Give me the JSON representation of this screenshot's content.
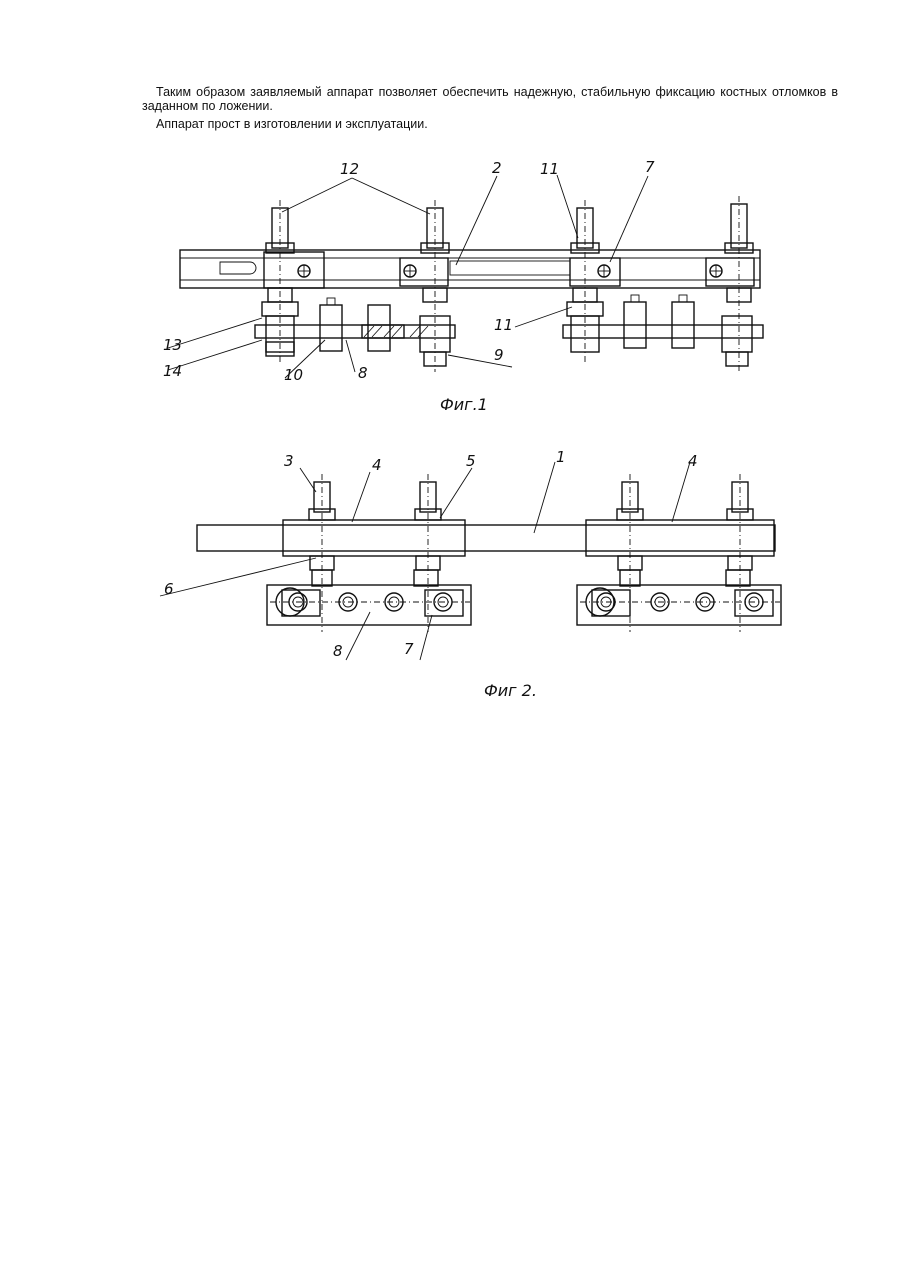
{
  "text": {
    "paragraph1": "Таким образом заявляемый аппарат позволяет обеспечить надежную, стабильную фиксацию костных отломков в заданном по ложении.",
    "paragraph2": "Аппарат прост в изготовлении и эксплуатации."
  },
  "figure1": {
    "caption": "Фиг.1",
    "labels": {
      "l12": "12",
      "l2": "2",
      "l11a": "11",
      "l7": "7",
      "l13": "13",
      "l14": "14",
      "l10": "10",
      "l8": "8",
      "l9": "9",
      "l11b": "11"
    }
  },
  "figure2": {
    "caption": "Фиг 2.",
    "labels": {
      "l3": "3",
      "l4a": "4",
      "l5": "5",
      "l1": "1",
      "l4b": "4",
      "l6": "6",
      "l8": "8",
      "l7": "7"
    }
  }
}
